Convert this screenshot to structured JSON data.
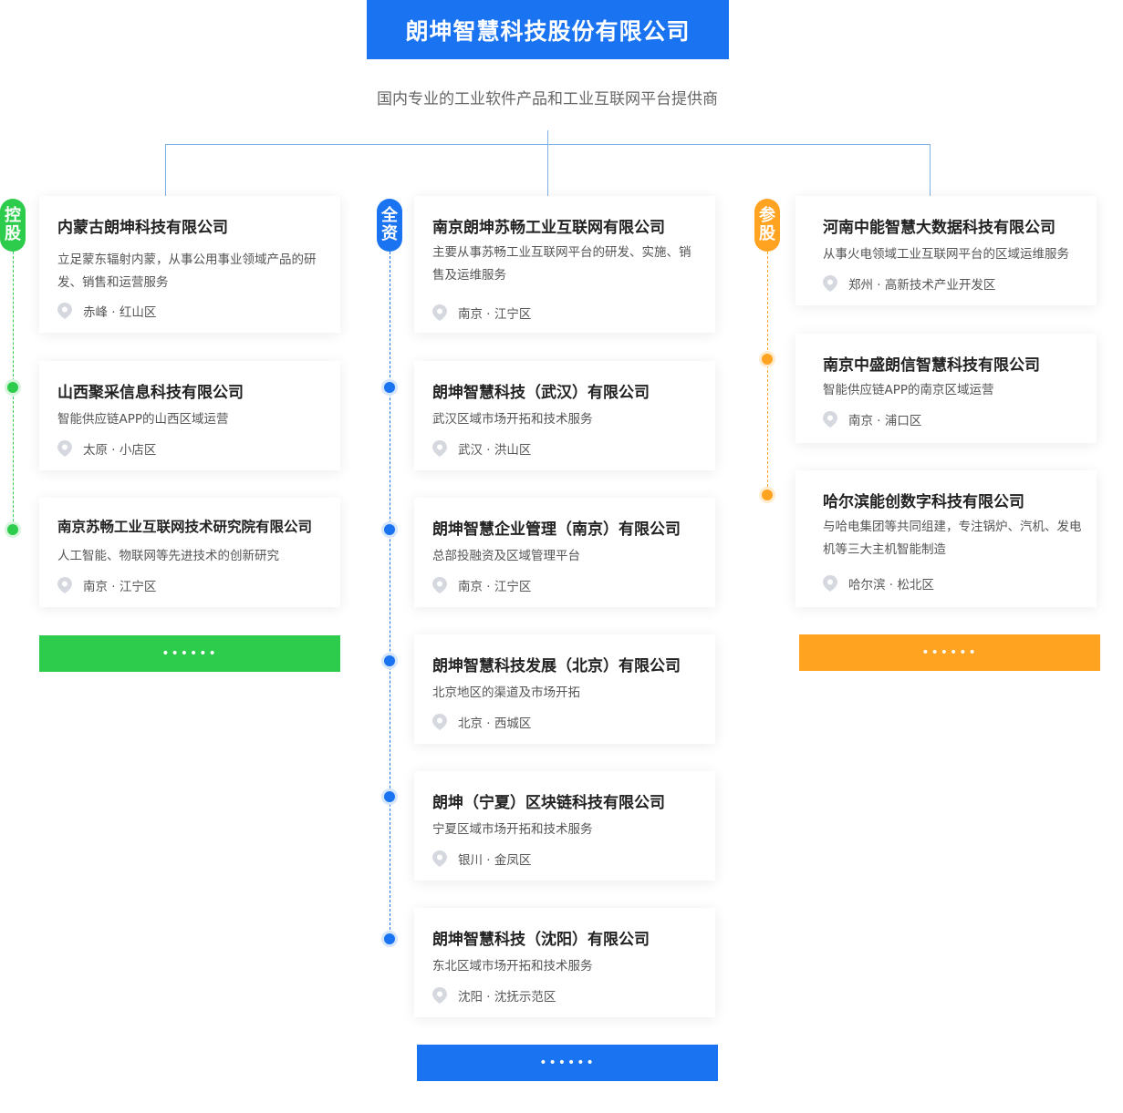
{
  "header": {
    "title": "朗坤智慧科技股份有限公司",
    "subtitle": "国内专业的工业软件产品和工业互联网平台提供商"
  },
  "colors": {
    "blue": "#1a73f0",
    "green": "#2ecc4c",
    "orange": "#ffa321"
  },
  "columns": [
    {
      "badge": [
        "控",
        "股"
      ],
      "more_label": "••••••",
      "cards": [
        {
          "name": "内蒙古朗坤科技有限公司",
          "desc": "立足蒙东辐射内蒙，从事公用事业领域产品的研发、销售和运营服务",
          "loc": "赤峰 · 红山区"
        },
        {
          "name": "山西聚采信息科技有限公司",
          "desc": "智能供应链APP的山西区域运营",
          "loc": "太原 · 小店区"
        },
        {
          "name": "南京苏畅工业互联网技术研究院有限公司",
          "desc": "人工智能、物联网等先进技术的创新研究",
          "loc": "南京 · 江宁区"
        }
      ]
    },
    {
      "badge": [
        "全",
        "资"
      ],
      "more_label": "••••••",
      "cards": [
        {
          "name": "南京朗坤苏畅工业互联网有限公司",
          "desc": "主要从事苏畅工业互联网平台的研发、实施、销售及运维服务",
          "loc": "南京 · 江宁区"
        },
        {
          "name": "朗坤智慧科技（武汉）有限公司",
          "desc": "武汉区域市场开拓和技术服务",
          "loc": "武汉 · 洪山区"
        },
        {
          "name": "朗坤智慧企业管理（南京）有限公司",
          "desc": "总部投融资及区域管理平台",
          "loc": "南京 · 江宁区"
        },
        {
          "name": "朗坤智慧科技发展（北京）有限公司",
          "desc": "北京地区的渠道及市场开拓",
          "loc": "北京 · 西城区"
        },
        {
          "name": "朗坤（宁夏）区块链科技有限公司",
          "desc": "宁夏区域市场开拓和技术服务",
          "loc": "银川 · 金凤区"
        },
        {
          "name": "朗坤智慧科技（沈阳）有限公司",
          "desc": "东北区域市场开拓和技术服务",
          "loc": "沈阳 · 沈抚示范区"
        }
      ]
    },
    {
      "badge": [
        "参",
        "股"
      ],
      "more_label": "••••••",
      "cards": [
        {
          "name": "河南中能智慧大数据科技有限公司",
          "desc": "从事火电领域工业互联网平台的区域运维服务",
          "loc": "郑州 · 高新技术产业开发区"
        },
        {
          "name": "南京中盛朗信智慧科技有限公司",
          "desc": "智能供应链APP的南京区域运营",
          "loc": "南京 · 浦口区"
        },
        {
          "name": "哈尔滨能创数字科技有限公司",
          "desc": "与哈电集团等共同组建，专注锅炉、汽机、发电机等三大主机智能制造",
          "loc": "哈尔滨 · 松北区"
        }
      ]
    }
  ]
}
